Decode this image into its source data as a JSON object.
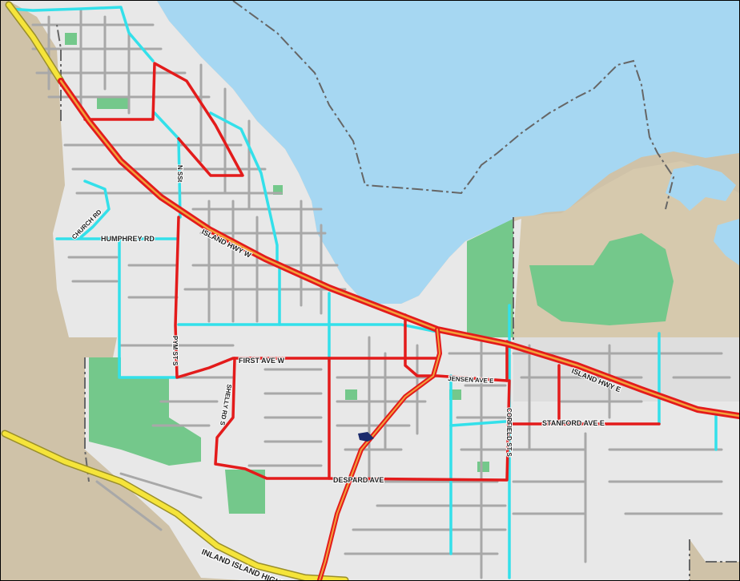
{
  "map": {
    "colors": {
      "water": "#a6d7f2",
      "land_outside": "#cfc2a8",
      "urban": "#e8e8e8",
      "park": "#74c88b",
      "minor_street": "#a8a8a8",
      "arterial": "#e31b1b",
      "collector": "#33e0ea",
      "highway_fill": "#f5e43a",
      "highway_core": "#e2561f",
      "boundary": "#666666",
      "marker": "#1a2a6c"
    },
    "labels": {
      "island_hwy_w": "ISLAND HWY W",
      "island_hwy_e": "ISLAND HWY E",
      "humphrey_rd": "HUMPHREY RD",
      "church_rd": "CHURCH RD",
      "first_ave_w": "FIRST AVE W",
      "jensen_ave_e": "JENSEN AVE E",
      "stanford_ave_e": "STANFORD AVE E",
      "despard_ave": "DESPARD AVE",
      "inland_island_hwy": "INLAND ISLAND HIGHWAY",
      "north_st": "N SSt",
      "pym_st": "PYM ST S",
      "corfield_st": "CORFIELD ST S",
      "shelly_rd": "SHELLY RD S"
    }
  }
}
